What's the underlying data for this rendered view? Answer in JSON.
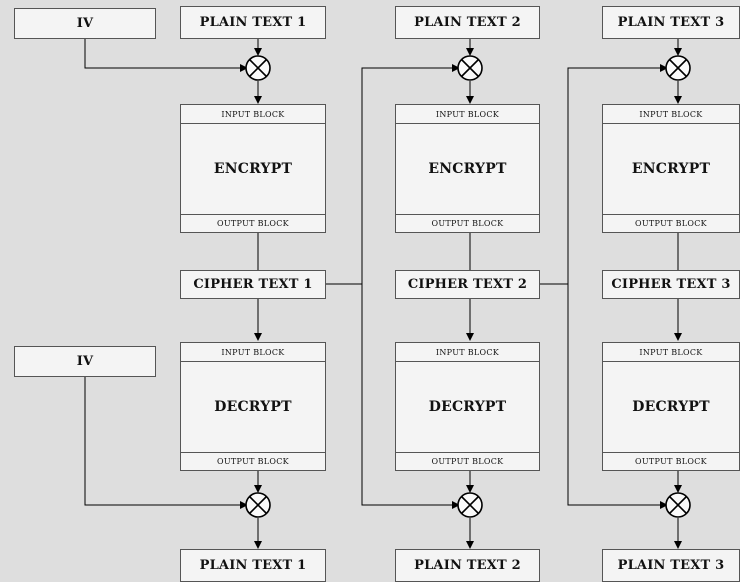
{
  "iv_label": "IV",
  "encrypt_row": [
    {
      "input_label": "PLAIN TEXT 1",
      "block_in": "INPUT BLOCK",
      "op": "ENCRYPT",
      "block_out": "OUTPUT BLOCK",
      "output_label": "CIPHER TEXT 1"
    },
    {
      "input_label": "PLAIN TEXT 2",
      "block_in": "INPUT BLOCK",
      "op": "ENCRYPT",
      "block_out": "OUTPUT BLOCK",
      "output_label": "CIPHER TEXT 2"
    },
    {
      "input_label": "PLAIN TEXT 3",
      "block_in": "INPUT BLOCK",
      "op": "ENCRYPT",
      "block_out": "OUTPUT BLOCK",
      "output_label": "CIPHER TEXT 3"
    }
  ],
  "decrypt_row": [
    {
      "block_in": "INPUT BLOCK",
      "op": "DECRYPT",
      "block_out": "OUTPUT BLOCK",
      "output_label": "PLAIN TEXT 1"
    },
    {
      "block_in": "INPUT BLOCK",
      "op": "DECRYPT",
      "block_out": "OUTPUT BLOCK",
      "output_label": "PLAIN TEXT 2"
    },
    {
      "block_in": "INPUT BLOCK",
      "op": "DECRYPT",
      "block_out": "OUTPUT BLOCK",
      "output_label": "PLAIN TEXT 3"
    }
  ],
  "xor_symbol": "⊗",
  "colors": {
    "background": "#dedede",
    "box_fill": "#f4f4f4",
    "line": "#000000",
    "border": "#555555"
  }
}
